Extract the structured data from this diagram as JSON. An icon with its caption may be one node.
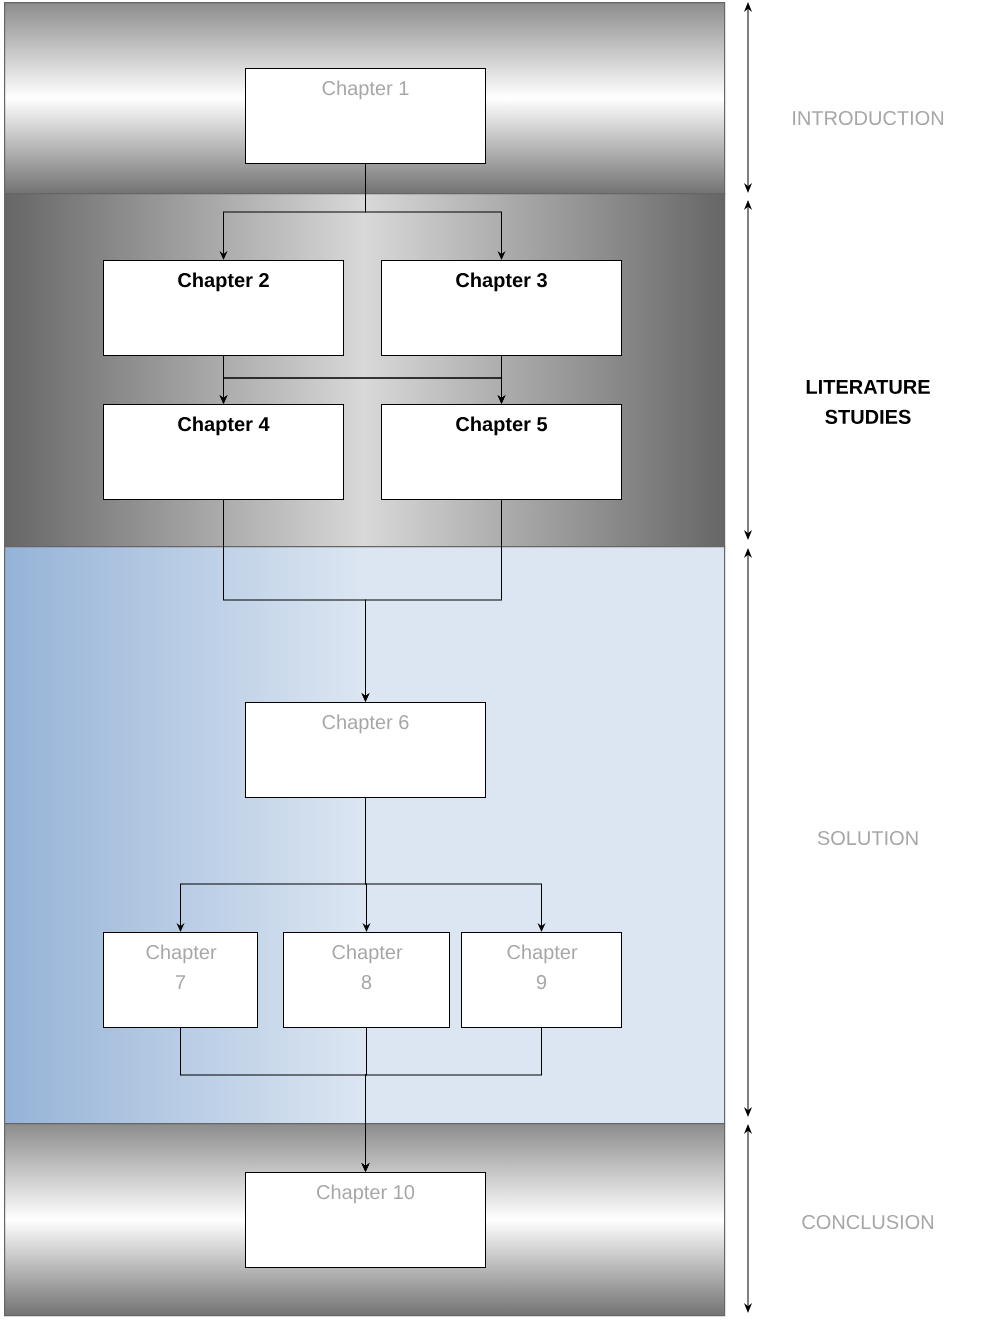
{
  "diagram": {
    "nodes": [
      {
        "text": [],
        "shape": "box"
      },
      {
        "text": [
          "Chapter 1"
        ],
        "in": 0
      },
      {
        "text": [],
        "shape": "box"
      },
      {
        "text": [
          "Chapter 2"
        ],
        "in": 2
      },
      {
        "text": [
          "Chapter 3"
        ],
        "in": 2
      },
      {
        "text": [
          "Chapter 4"
        ],
        "in": 2
      },
      {
        "text": [
          "Chapter 5"
        ],
        "in": 2
      },
      {
        "text": [],
        "shape": "box"
      },
      {
        "text": [
          "Chapter 6"
        ],
        "in": 7
      },
      {
        "text": [
          "Chapter 7"
        ],
        "in": 7
      },
      {
        "text": [
          "Chapter 8"
        ],
        "in": 7
      },
      {
        "text": [
          "Chapter 9"
        ],
        "in": 7
      },
      {
        "text": [],
        "shape": "box"
      },
      {
        "text": [
          "Chapter 10"
        ],
        "in": 12
      }
    ],
    "edges": [
      {
        "from": 1,
        "to": 3,
        "arrow": "to"
      },
      {
        "from": 1,
        "to": 4,
        "arrow": "to"
      },
      {
        "from": 3,
        "to": 5,
        "arrow": "to"
      },
      {
        "from": 3,
        "to": 6,
        "arrow": "to"
      },
      {
        "from": 4,
        "to": 5,
        "arrow": "to"
      },
      {
        "from": 4,
        "to": 6,
        "arrow": "to"
      },
      {
        "from": 5,
        "to": 8,
        "arrow": "to"
      },
      {
        "from": 6,
        "to": 8,
        "arrow": "to"
      },
      {
        "from": 8,
        "to": 9,
        "arrow": "to"
      },
      {
        "from": 8,
        "to": 10,
        "arrow": "to"
      },
      {
        "from": 8,
        "to": 11,
        "arrow": "to"
      },
      {
        "from": 9,
        "to": 13,
        "arrow": "to"
      },
      {
        "from": 10,
        "to": 13,
        "arrow": "to"
      },
      {
        "from": 11,
        "to": 13,
        "arrow": "to"
      }
    ],
    "labels": [
      "INTRODUCTION",
      "LITERATURE STUDIES",
      "SOLUTION",
      "CONCLUSION"
    ]
  }
}
